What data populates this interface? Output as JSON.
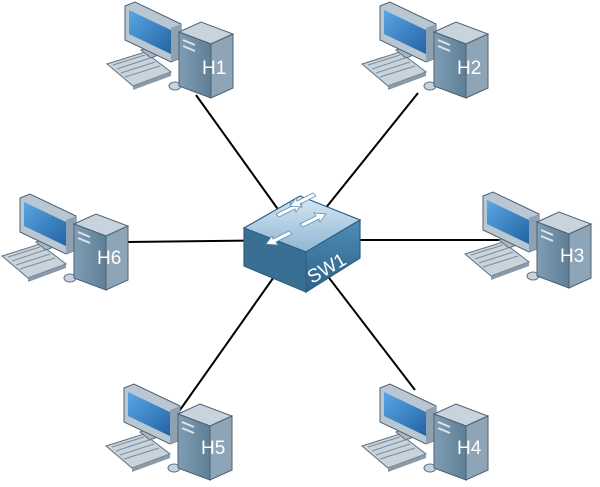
{
  "switch": {
    "label": "SW1",
    "icon": "network-switch-icon"
  },
  "hosts": [
    {
      "id": "h1",
      "label": "H1",
      "icon": "desktop-computer-icon"
    },
    {
      "id": "h2",
      "label": "H2",
      "icon": "desktop-computer-icon"
    },
    {
      "id": "h3",
      "label": "H3",
      "icon": "desktop-computer-icon"
    },
    {
      "id": "h4",
      "label": "H4",
      "icon": "desktop-computer-icon"
    },
    {
      "id": "h5",
      "label": "H5",
      "icon": "desktop-computer-icon"
    },
    {
      "id": "h6",
      "label": "H6",
      "icon": "desktop-computer-icon"
    }
  ],
  "links": [
    {
      "from": "SW1",
      "to": "H1"
    },
    {
      "from": "SW1",
      "to": "H2"
    },
    {
      "from": "SW1",
      "to": "H3"
    },
    {
      "from": "SW1",
      "to": "H4"
    },
    {
      "from": "SW1",
      "to": "H5"
    },
    {
      "from": "SW1",
      "to": "H6"
    }
  ],
  "colors": {
    "tower_front": "#6f8fa6",
    "tower_side": "#9fb4c4",
    "monitor_frame": "#b9c7d2",
    "screen": "#2f7fc8",
    "switch_top": "#c5dced",
    "switch_front": "#3e7aa3",
    "link": "#000000"
  }
}
